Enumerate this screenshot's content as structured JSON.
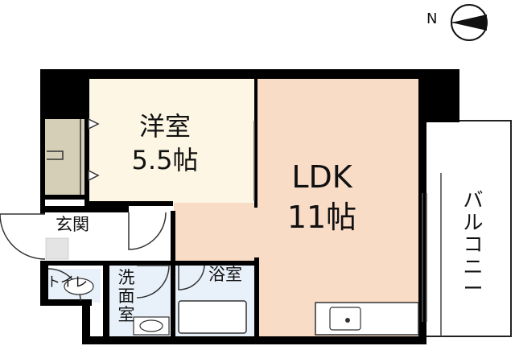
{
  "compass": {
    "north_label": "N"
  },
  "rooms": {
    "western_room": {
      "name": "洋室",
      "size": "5.5帖"
    },
    "ldk": {
      "name": "LDK",
      "size": "11帖"
    },
    "entrance": {
      "name": "玄関"
    },
    "toilet": {
      "name": "トイレ"
    },
    "washroom": {
      "name": "洗\n面\n室"
    },
    "bath": {
      "name": "浴室"
    },
    "balcony": {
      "name": "バ\nル\nコ\nニ\nー"
    }
  },
  "colors": {
    "wall": "#000000",
    "western_room_floor": "#fdf6e4",
    "ldk_floor": "#f9dcc6",
    "closet": "#d6cfb7",
    "wet_area": "#e8f1fa",
    "entrance_tile": "#ececec"
  }
}
